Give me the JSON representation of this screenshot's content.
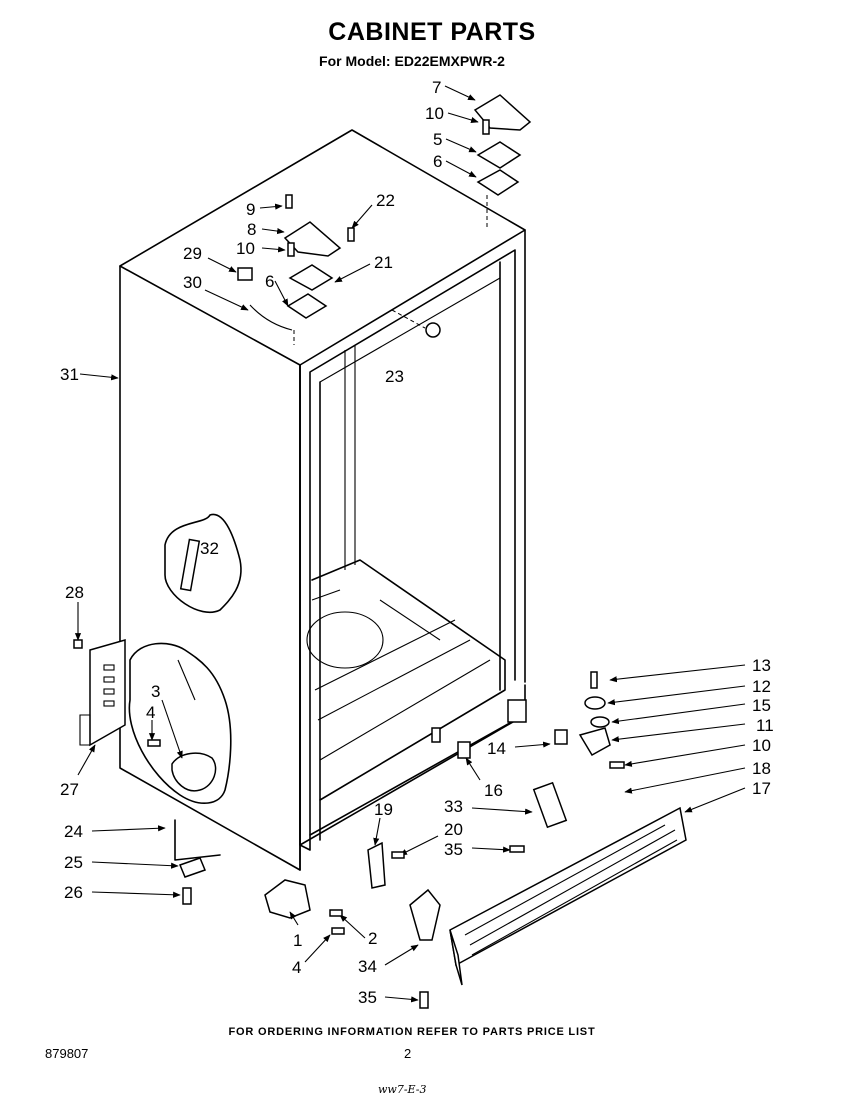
{
  "header": {
    "title": "CABINET PARTS",
    "model_line": "For Model: ED22EMXPWR-2"
  },
  "footer": {
    "note": "FOR ORDERING INFORMATION REFER TO PARTS PRICE LIST",
    "doc_number": "879807",
    "page_number": "2",
    "handwritten_mark": "ww7-E-3"
  },
  "callouts": [
    {
      "id": "c7",
      "label": "7"
    },
    {
      "id": "c10a",
      "label": "10"
    },
    {
      "id": "c5",
      "label": "5"
    },
    {
      "id": "c6a",
      "label": "6"
    },
    {
      "id": "c9",
      "label": "9"
    },
    {
      "id": "c22",
      "label": "22"
    },
    {
      "id": "c8",
      "label": "8"
    },
    {
      "id": "c10b",
      "label": "10"
    },
    {
      "id": "c29",
      "label": "29"
    },
    {
      "id": "c21",
      "label": "21"
    },
    {
      "id": "c30",
      "label": "30"
    },
    {
      "id": "c6b",
      "label": "6"
    },
    {
      "id": "c23",
      "label": "23"
    },
    {
      "id": "c31",
      "label": "31"
    },
    {
      "id": "c32",
      "label": "32"
    },
    {
      "id": "c28",
      "label": "28"
    },
    {
      "id": "c3",
      "label": "3"
    },
    {
      "id": "c4a",
      "label": "4"
    },
    {
      "id": "c27",
      "label": "27"
    },
    {
      "id": "c13",
      "label": "13"
    },
    {
      "id": "c12",
      "label": "12"
    },
    {
      "id": "c15",
      "label": "15"
    },
    {
      "id": "c11",
      "label": "11"
    },
    {
      "id": "c10c",
      "label": "10"
    },
    {
      "id": "c14",
      "label": "14"
    },
    {
      "id": "c18",
      "label": "18"
    },
    {
      "id": "c17",
      "label": "17"
    },
    {
      "id": "c16",
      "label": "16"
    },
    {
      "id": "c33",
      "label": "33"
    },
    {
      "id": "c19",
      "label": "19"
    },
    {
      "id": "c20",
      "label": "20"
    },
    {
      "id": "c35a",
      "label": "35"
    },
    {
      "id": "c24",
      "label": "24"
    },
    {
      "id": "c25",
      "label": "25"
    },
    {
      "id": "c26",
      "label": "26"
    },
    {
      "id": "c1",
      "label": "1"
    },
    {
      "id": "c2",
      "label": "2"
    },
    {
      "id": "c4b",
      "label": "4"
    },
    {
      "id": "c34",
      "label": "34"
    },
    {
      "id": "c35b",
      "label": "35"
    }
  ]
}
